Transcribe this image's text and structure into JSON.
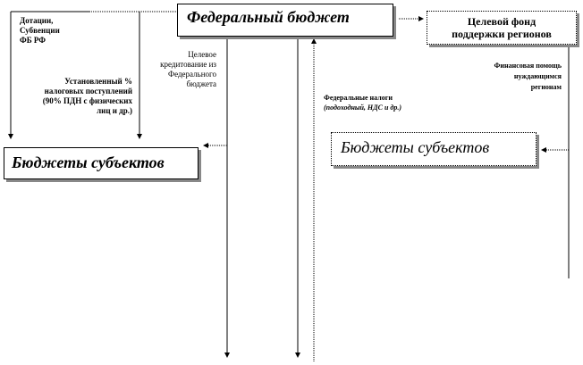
{
  "federal_budget": "Федеральный бюджет",
  "target_fund": [
    "Целевой фонд",
    "поддержки регионов"
  ],
  "regional_budgets_left": "Бюджеты субъектов",
  "regional_budgets_right": "Бюджеты субъектов",
  "labels": {
    "subsidies": [
      "Дотации,",
      "Субвенции",
      "ФБ РФ"
    ],
    "tax_share": [
      "Установленный %",
      "налоговых поступлений",
      "(90% ПДН с физических",
      "лиц и др.)"
    ],
    "target_credit": [
      "Целевое",
      "кредитование из",
      "Федерального",
      "бюджета"
    ],
    "federal_taxes": [
      "Федеральные налоги",
      "(подоходный, НДС и др.)"
    ],
    "financial_aid": [
      "Финансовая помощь",
      "нуждающимся",
      "регионам"
    ]
  }
}
